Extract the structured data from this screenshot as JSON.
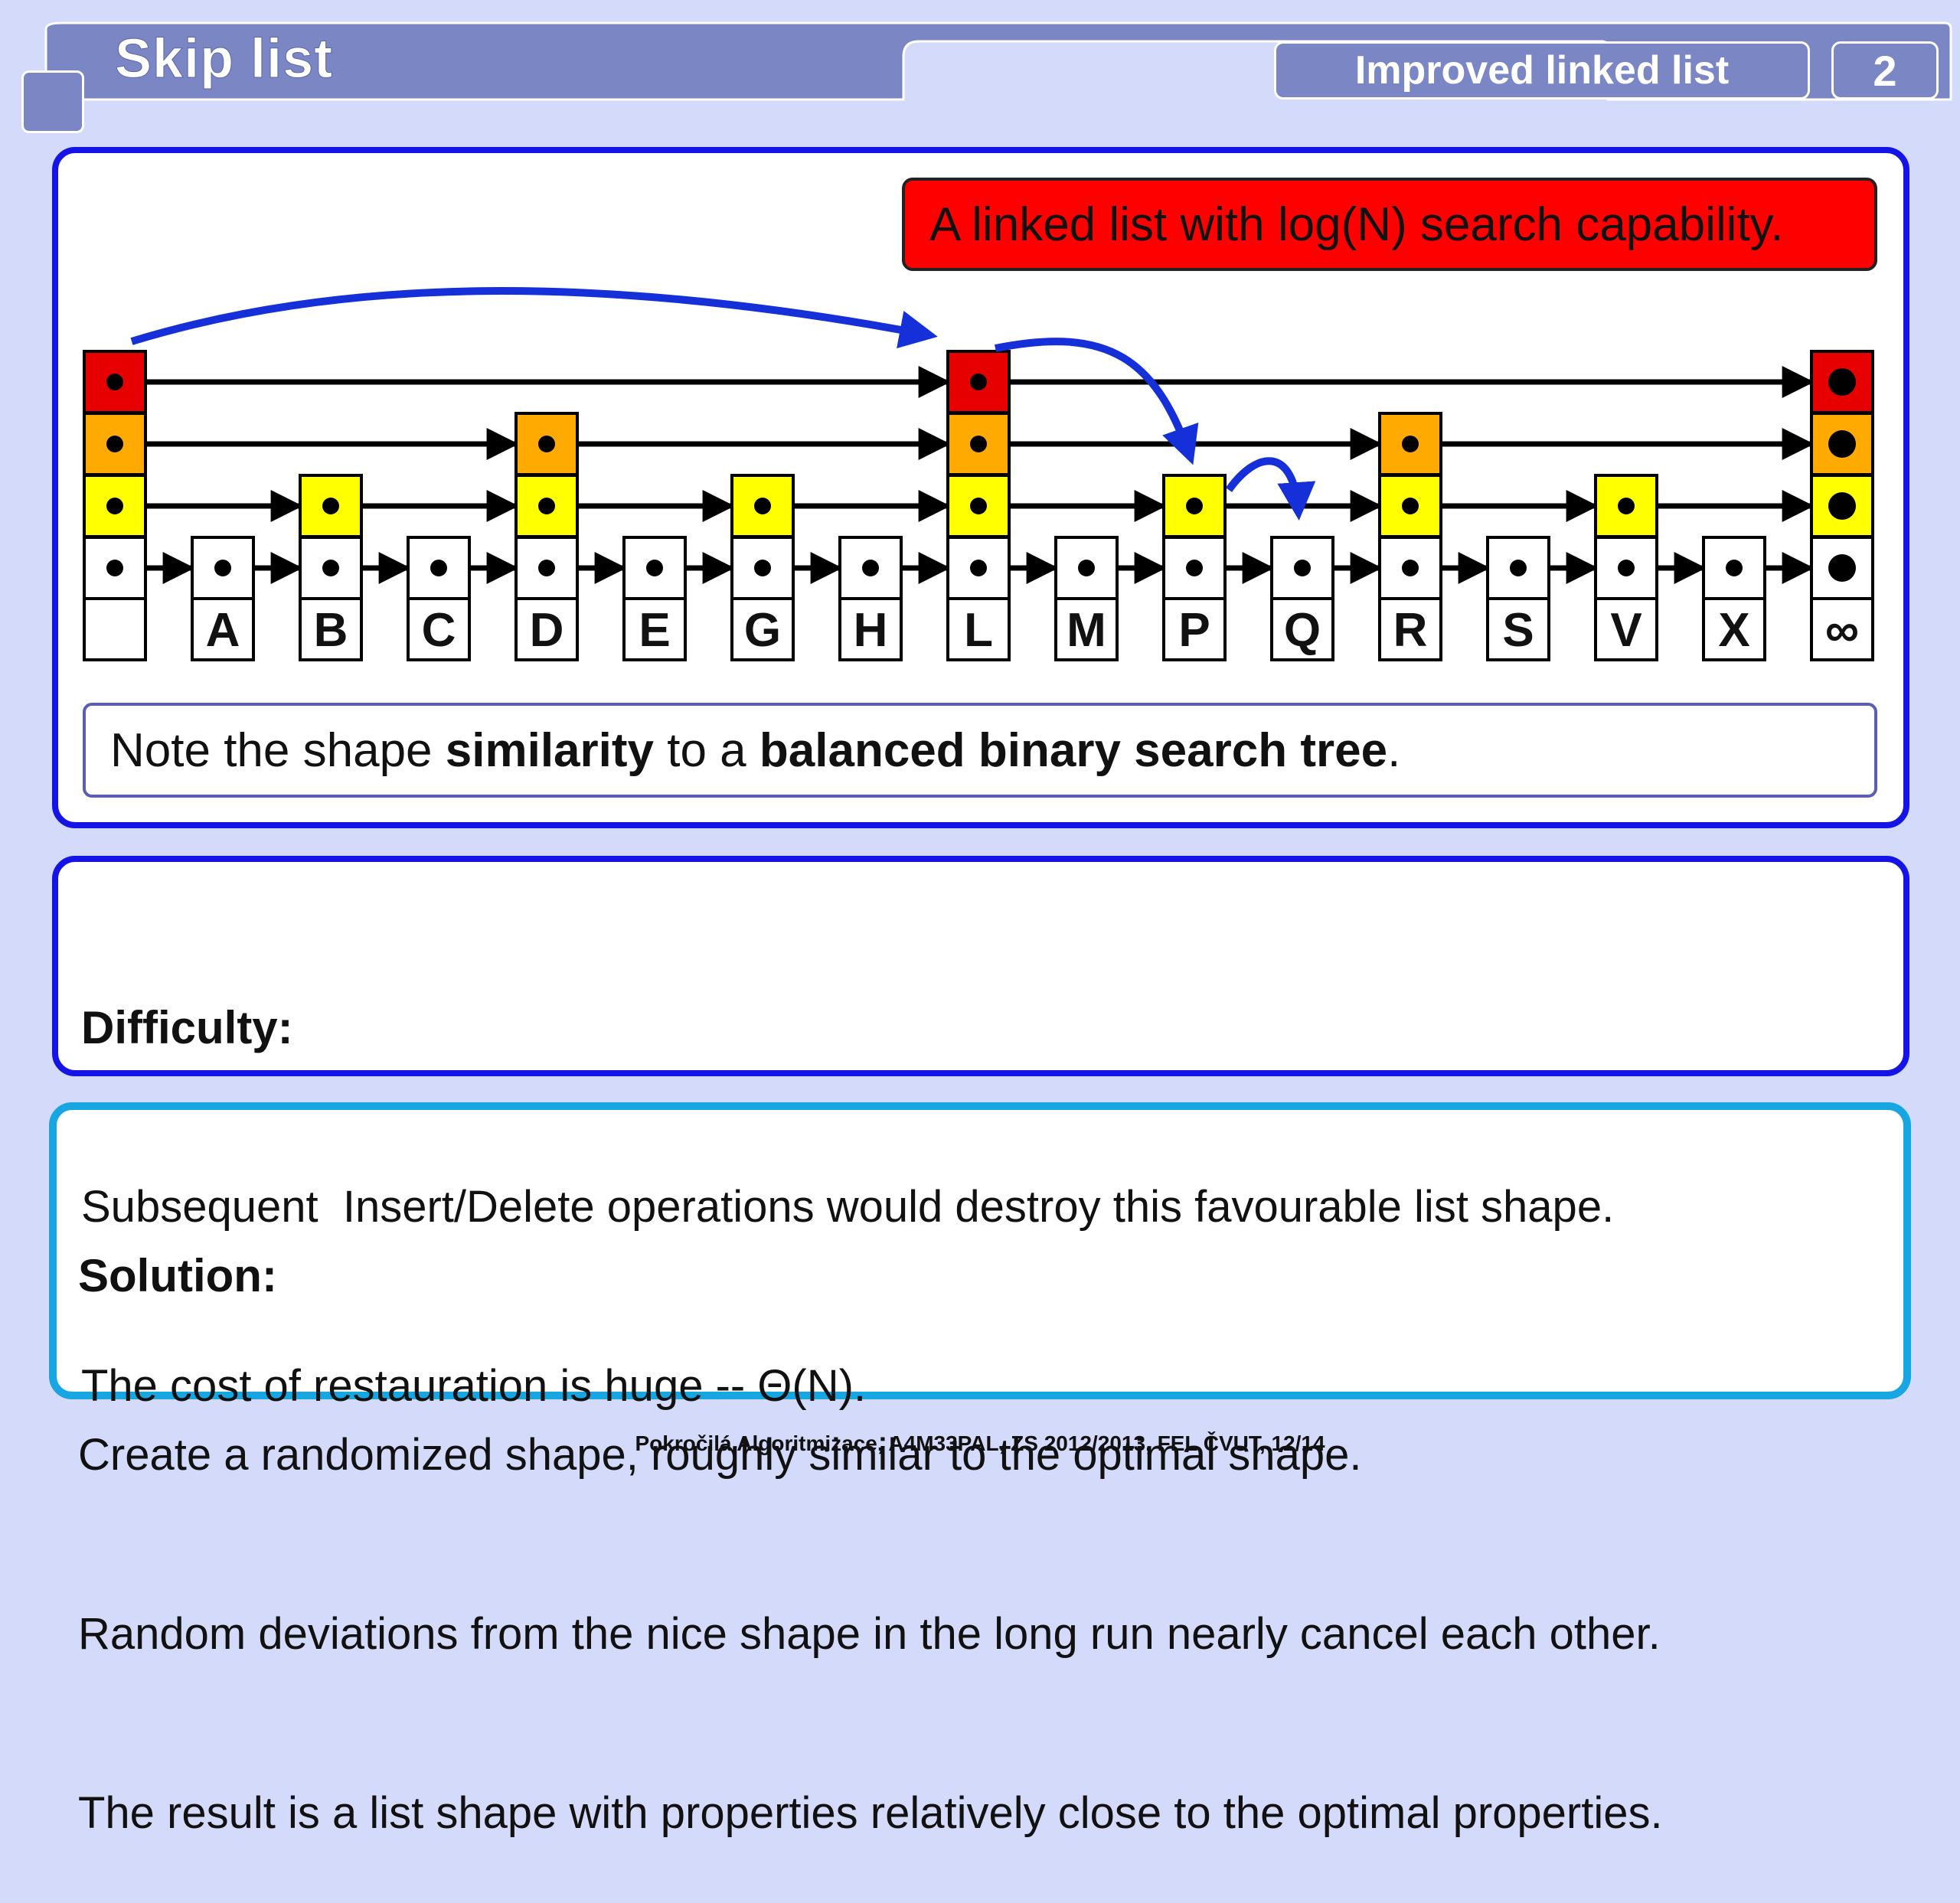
{
  "header": {
    "title": "Skip list",
    "subtitle": "Improved linked list",
    "page_number": "2"
  },
  "diagram": {
    "callout": "A linked list with log(N)  search capability.",
    "nodes": [
      {
        "label": "",
        "height": 4,
        "type": "head"
      },
      {
        "label": "A",
        "height": 1
      },
      {
        "label": "B",
        "height": 2
      },
      {
        "label": "C",
        "height": 1
      },
      {
        "label": "D",
        "height": 3
      },
      {
        "label": "E",
        "height": 1
      },
      {
        "label": "G",
        "height": 2
      },
      {
        "label": "H",
        "height": 1
      },
      {
        "label": "L",
        "height": 4
      },
      {
        "label": "M",
        "height": 1
      },
      {
        "label": "P",
        "height": 2
      },
      {
        "label": "Q",
        "height": 1
      },
      {
        "label": "R",
        "height": 3
      },
      {
        "label": "S",
        "height": 1
      },
      {
        "label": "V",
        "height": 2
      },
      {
        "label": "X",
        "height": 1
      },
      {
        "label": "∞",
        "height": 4,
        "type": "tail"
      }
    ],
    "level_colors": [
      "#ffffff",
      "#ffff00",
      "#ffaa00",
      "#e60000"
    ],
    "search_path_color": "#1530d8",
    "note": {
      "part1": "Note the shape ",
      "bold1": "similarity",
      "part2": " to a ",
      "bold2": "balanced binary search tree",
      "part3": "."
    }
  },
  "difficulty": {
    "heading": "Difficulty:",
    "line1": "Subsequent  Insert/Delete operations would destroy this favourable list shape.",
    "line2": "The cost of restauration is huge -- Θ(N)."
  },
  "solution": {
    "heading": "Solution:",
    "line1": "Create a randomized shape, roughly similar to the optimal shape.",
    "line2": "Random deviations from the nice shape in the long run nearly cancel each other.",
    "line3": "The result is a list shape with properties relatively close to the optimal properties."
  },
  "footer": "Pokročilá Algoritmizace, A4M33PAL, ZS 2012/2013, FEL ČVUT,  12/14"
}
